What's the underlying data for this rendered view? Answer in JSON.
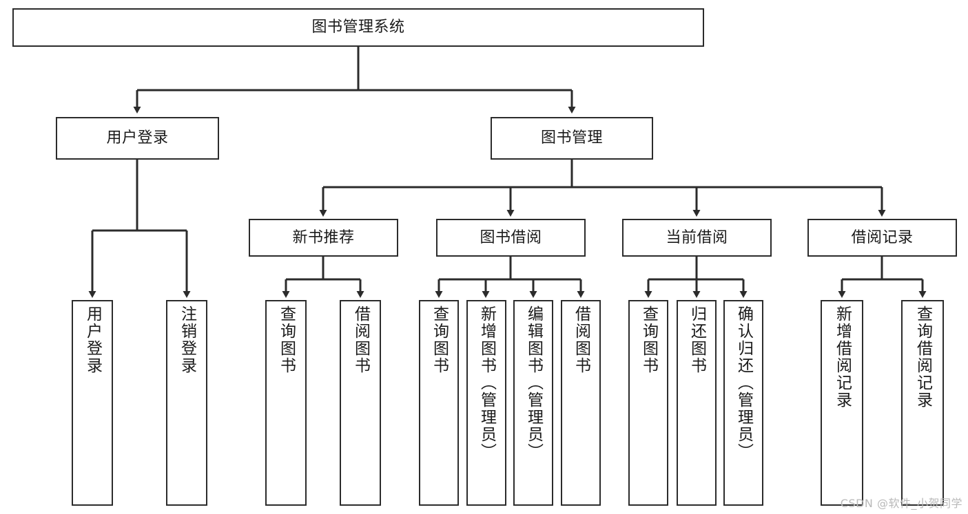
{
  "diagram": {
    "type": "tree-hierarchy",
    "title": "图书管理系统",
    "colors": {
      "stroke": "#2b2b2b",
      "box_fill": "#ffffff",
      "text": "#1a1a1a",
      "background": "#ffffff",
      "watermark": "#b9b9b9"
    },
    "levels": [
      {
        "level": 1,
        "nodes": [
          {
            "id": "root",
            "label": "图书管理系统",
            "orientation": "horizontal"
          }
        ]
      },
      {
        "level": 2,
        "nodes": [
          {
            "id": "user-login",
            "label": "用户登录",
            "orientation": "horizontal",
            "parent": "root"
          },
          {
            "id": "book-mgmt",
            "label": "图书管理",
            "orientation": "horizontal",
            "parent": "root"
          }
        ]
      },
      {
        "level": 3,
        "nodes": [
          {
            "id": "new-book-rec",
            "label": "新书推荐",
            "orientation": "horizontal",
            "parent": "book-mgmt"
          },
          {
            "id": "book-borrow",
            "label": "图书借阅",
            "orientation": "horizontal",
            "parent": "book-mgmt"
          },
          {
            "id": "current-borrow",
            "label": "当前借阅",
            "orientation": "horizontal",
            "parent": "book-mgmt"
          },
          {
            "id": "borrow-record",
            "label": "借阅记录",
            "orientation": "horizontal",
            "parent": "book-mgmt"
          }
        ]
      },
      {
        "level": 4,
        "nodes": [
          {
            "id": "leaf-user-login",
            "label": "用户登录",
            "orientation": "vertical",
            "parent": "user-login"
          },
          {
            "id": "leaf-logout",
            "label": "注销登录",
            "orientation": "vertical",
            "parent": "user-login"
          },
          {
            "id": "leaf-query-book-1",
            "label": "查询图书",
            "orientation": "vertical",
            "parent": "new-book-rec"
          },
          {
            "id": "leaf-borrow-book-1",
            "label": "借阅图书",
            "orientation": "vertical",
            "parent": "new-book-rec"
          },
          {
            "id": "leaf-query-book-2",
            "label": "查询图书",
            "orientation": "vertical",
            "parent": "book-borrow"
          },
          {
            "id": "leaf-add-book",
            "label": "新增图书（管理员）",
            "orientation": "vertical",
            "parent": "book-borrow"
          },
          {
            "id": "leaf-edit-book",
            "label": "编辑图书（管理员）",
            "orientation": "vertical",
            "parent": "book-borrow"
          },
          {
            "id": "leaf-borrow-book-2",
            "label": "借阅图书",
            "orientation": "vertical",
            "parent": "book-borrow"
          },
          {
            "id": "leaf-query-book-3",
            "label": "查询图书",
            "orientation": "vertical",
            "parent": "current-borrow"
          },
          {
            "id": "leaf-return-book",
            "label": "归还图书",
            "orientation": "vertical",
            "parent": "current-borrow"
          },
          {
            "id": "leaf-confirm-return",
            "label": "确认归还（管理员）",
            "orientation": "vertical",
            "parent": "current-borrow"
          },
          {
            "id": "leaf-add-record",
            "label": "新增借阅记录",
            "orientation": "vertical",
            "parent": "borrow-record"
          },
          {
            "id": "leaf-query-record",
            "label": "查询借阅记录",
            "orientation": "vertical",
            "parent": "borrow-record"
          }
        ]
      }
    ]
  },
  "watermark": {
    "text": "CSDN @软件_小贺同学"
  }
}
